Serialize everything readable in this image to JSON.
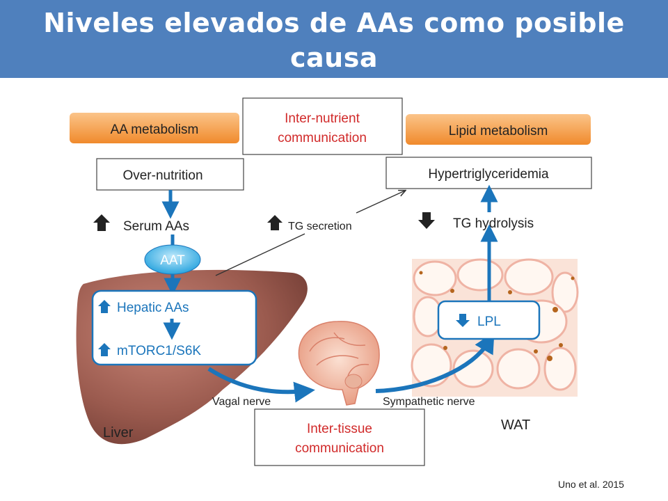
{
  "slide": {
    "title_line1": "Niveles elevados de AAs como posible causa",
    "title_line2": "de hipertrigliceridemia",
    "citation": "Uno et al. 2015"
  },
  "colors": {
    "title_bar": "#4f80bd",
    "orange_header": "#f7a24c",
    "arrow_blue": "#1b75bb",
    "red_text": "#d12a2a",
    "aat_ellipse": "#3fb5e8",
    "liver": "#9a5a4e",
    "wat": "#f6d3c4"
  },
  "diagram": {
    "aa_metabolism": "AA metabolism",
    "inter_nutrient_line1": "Inter-nutrient",
    "inter_nutrient_line2": "communication",
    "lipid_metabolism": "Lipid metabolism",
    "over_nutrition": "Over-nutrition",
    "hypertriglyceridemia": "Hypertriglyceridemia",
    "serum_aas": "Serum AAs",
    "tg_secretion": "TG secretion",
    "tg_hydrolysis": "TG hydrolysis",
    "aat": "AAT",
    "hepatic_aas": "Hepatic AAs",
    "mtorc1": "mTORC1/S6K",
    "lpl": "LPL",
    "vagal_nerve": "Vagal nerve",
    "sympathetic_nerve": "Sympathetic nerve",
    "inter_tissue_line1": "Inter-tissue",
    "inter_tissue_line2": "communication",
    "liver": "Liver",
    "wat": "WAT"
  }
}
